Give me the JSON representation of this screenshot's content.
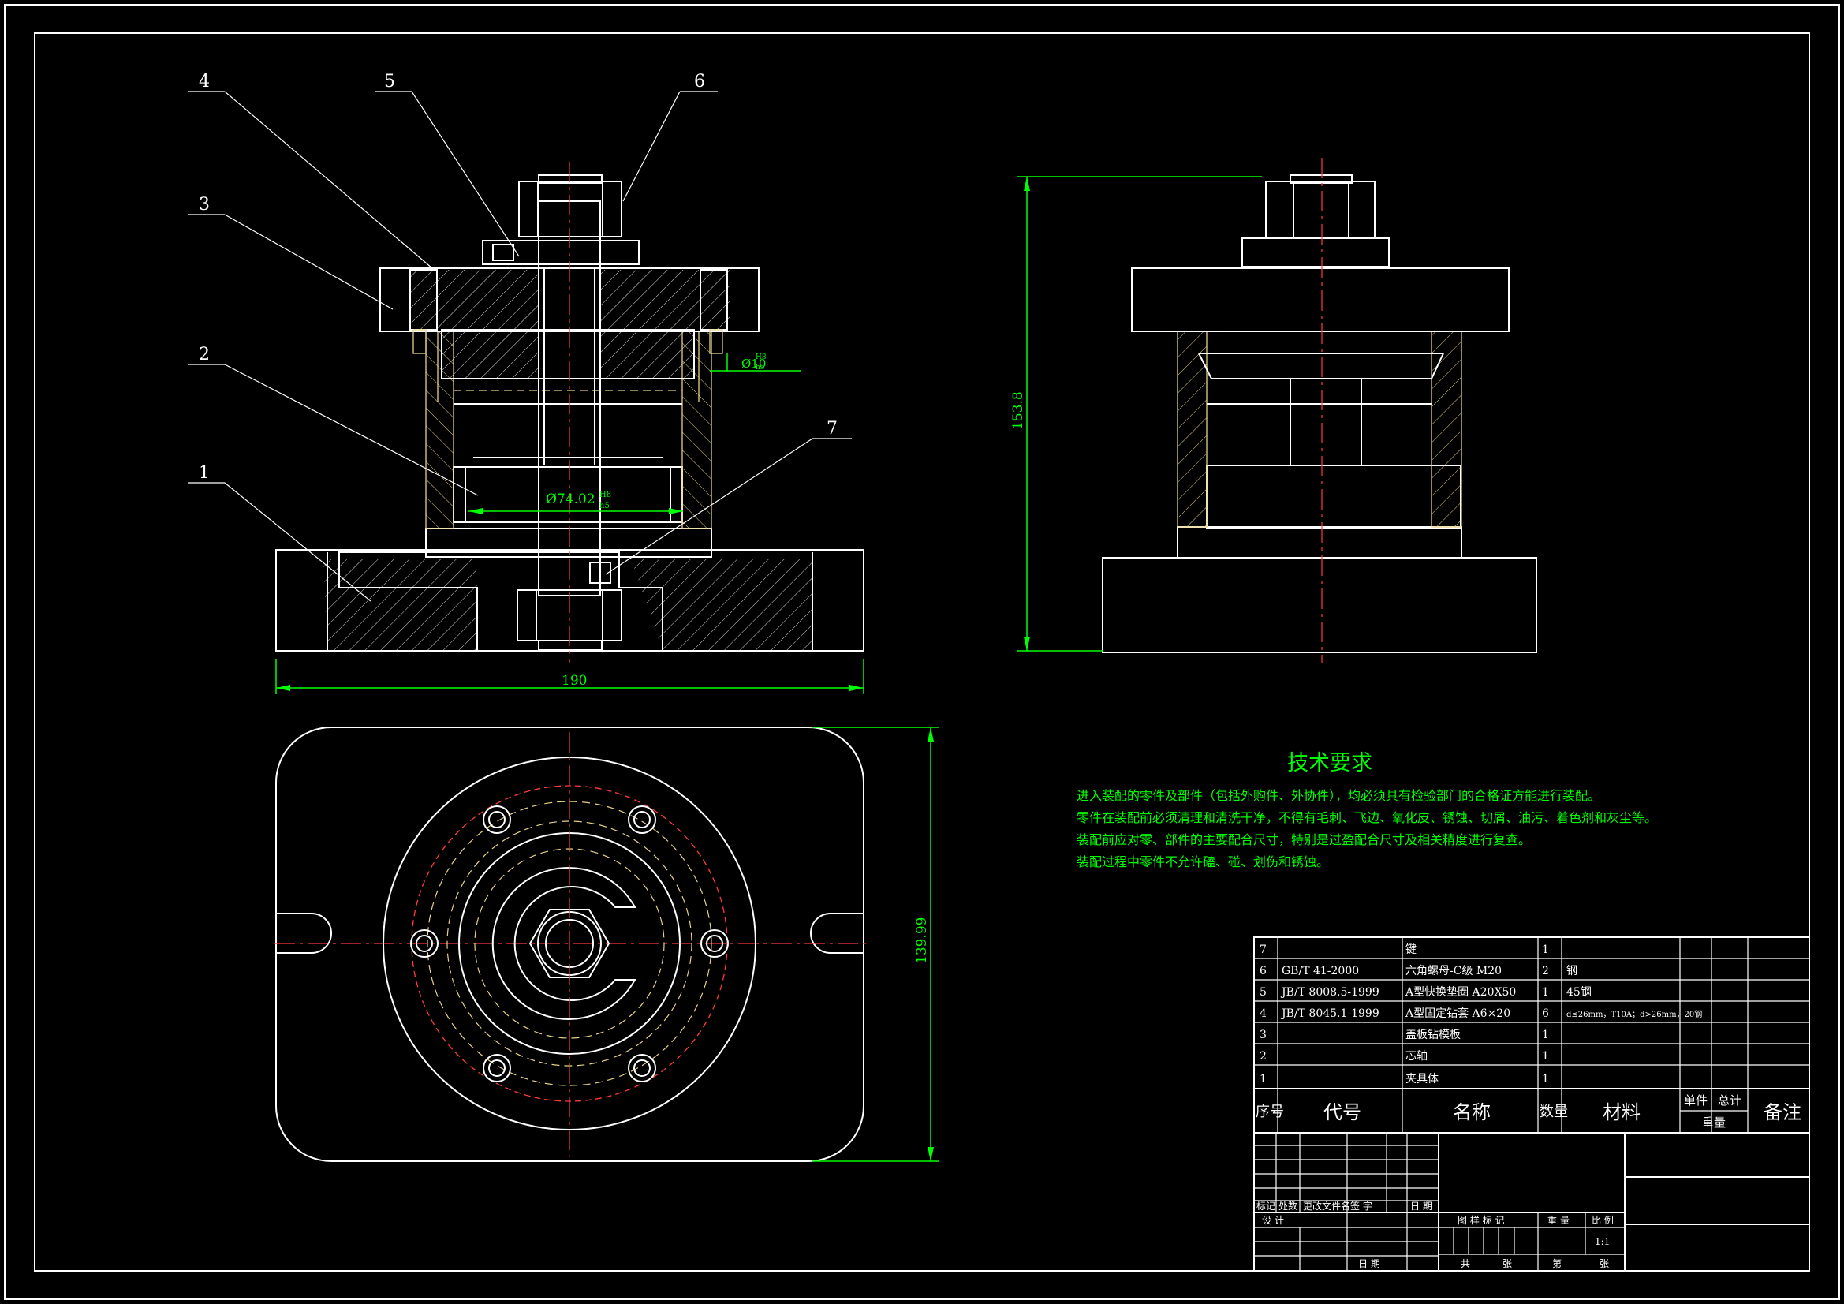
{
  "part_labels": [
    "4",
    "5",
    "6",
    "3",
    "2",
    "1",
    "7"
  ],
  "dimensions": {
    "width_190": "190",
    "height_153": "153.8",
    "height_139": "139.99",
    "dia_74": "Ø74.02",
    "dia_74_fit": "H8",
    "dia_74_fit2": "h5",
    "dia_10": "Ø10",
    "dia_10_fit": "H8",
    "dia_10_fit2": "h5"
  },
  "tech_req": {
    "title": "技术要求",
    "lines": [
      "进入装配的零件及部件（包括外购件、外协件），均必须具有检验部门的合格证方能进行装配。",
      "零件在装配前必须清理和清洗干净，不得有毛刺、飞边、氧化皮、锈蚀、切屑、油污、着色剂和灰尘等。",
      "装配前应对零、部件的主要配合尺寸，特别是过盈配合尺寸及相关精度进行复查。",
      "装配过程中零件不允许磕、碰、划伤和锈蚀。"
    ]
  },
  "bom": {
    "rows": [
      {
        "no": "7",
        "code": "",
        "name": "键",
        "qty": "1",
        "material": ""
      },
      {
        "no": "6",
        "code": "GB/T 41-2000",
        "name": "六角螺母-C级 M20",
        "qty": "2",
        "material": "钢"
      },
      {
        "no": "5",
        "code": "JB/T 8008.5-1999",
        "name": "A型快换垫圈 A20X50",
        "qty": "1",
        "material": "45钢"
      },
      {
        "no": "4",
        "code": "JB/T 8045.1-1999",
        "name": "A型固定钻套 A6×20",
        "qty": "6",
        "material": "d≤26mm，T10A；d>26mm，20钢"
      },
      {
        "no": "3",
        "code": "",
        "name": "盖板钻模板",
        "qty": "1",
        "material": ""
      },
      {
        "no": "2",
        "code": "",
        "name": "芯轴",
        "qty": "1",
        "material": ""
      },
      {
        "no": "1",
        "code": "",
        "name": "夹具体",
        "qty": "1",
        "material": ""
      }
    ],
    "header": {
      "no": "序号",
      "code": "代号",
      "name": "名称",
      "qty": "数量",
      "material": "材料",
      "unit_weight": "单件",
      "total_weight": "总计",
      "weight": "重量",
      "remark": "备注"
    }
  },
  "title_block": {
    "mark": "标记",
    "count": "处数",
    "change_doc": "更改文件名",
    "sign": "签 字",
    "date": "日 期",
    "design": "设 计",
    "date2": "日 期",
    "stage_mark": "图 样 标 记",
    "weight": "重 量",
    "scale": "比 例",
    "scale_value": "1:1",
    "total": "共",
    "sheets": "张",
    "sheet_no": "第",
    "sheet_unit": "张"
  }
}
